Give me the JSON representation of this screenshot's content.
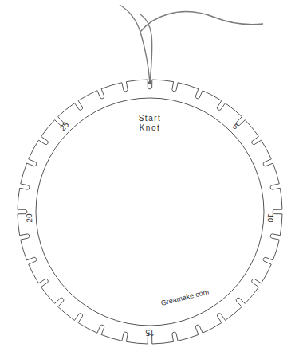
{
  "diagram": {
    "labels": [
      "Start Knot",
      "5",
      "10",
      "15",
      "20",
      "25",
      "Greamake.com"
    ]
  }
}
